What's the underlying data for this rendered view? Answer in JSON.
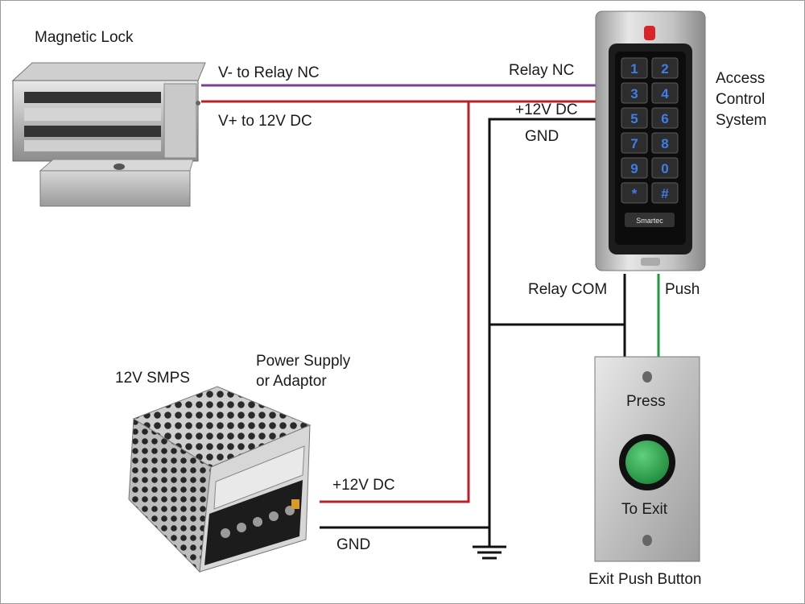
{
  "labels": {
    "magnetic_lock": "Magnetic Lock",
    "v_minus": "V- to Relay NC",
    "v_plus": "V+ to 12V DC",
    "relay_nc": "Relay NC",
    "plus12_top": "+12V DC",
    "gnd_top": "GND",
    "access_control": [
      "Access",
      "Control",
      "System"
    ],
    "relay_com": "Relay COM",
    "push": "Push",
    "power_supply": [
      "Power Supply",
      "or Adaptor"
    ],
    "smps": "12V SMPS",
    "plus12_bottom": "+12V DC",
    "gnd_bottom": "GND",
    "exit_button": "Exit Push Button",
    "press": "Press",
    "to_exit": "To Exit"
  },
  "keypad": {
    "keys": [
      "1",
      "2",
      "3",
      "4",
      "5",
      "6",
      "7",
      "8",
      "9",
      "0",
      "*",
      "#"
    ],
    "brand": "Smartec"
  },
  "colors": {
    "wire_purple": "#7a3f8f",
    "wire_red": "#b8202a",
    "wire_black": "#111111",
    "wire_green": "#1f9a3e",
    "button_green": "#2fa84f"
  }
}
